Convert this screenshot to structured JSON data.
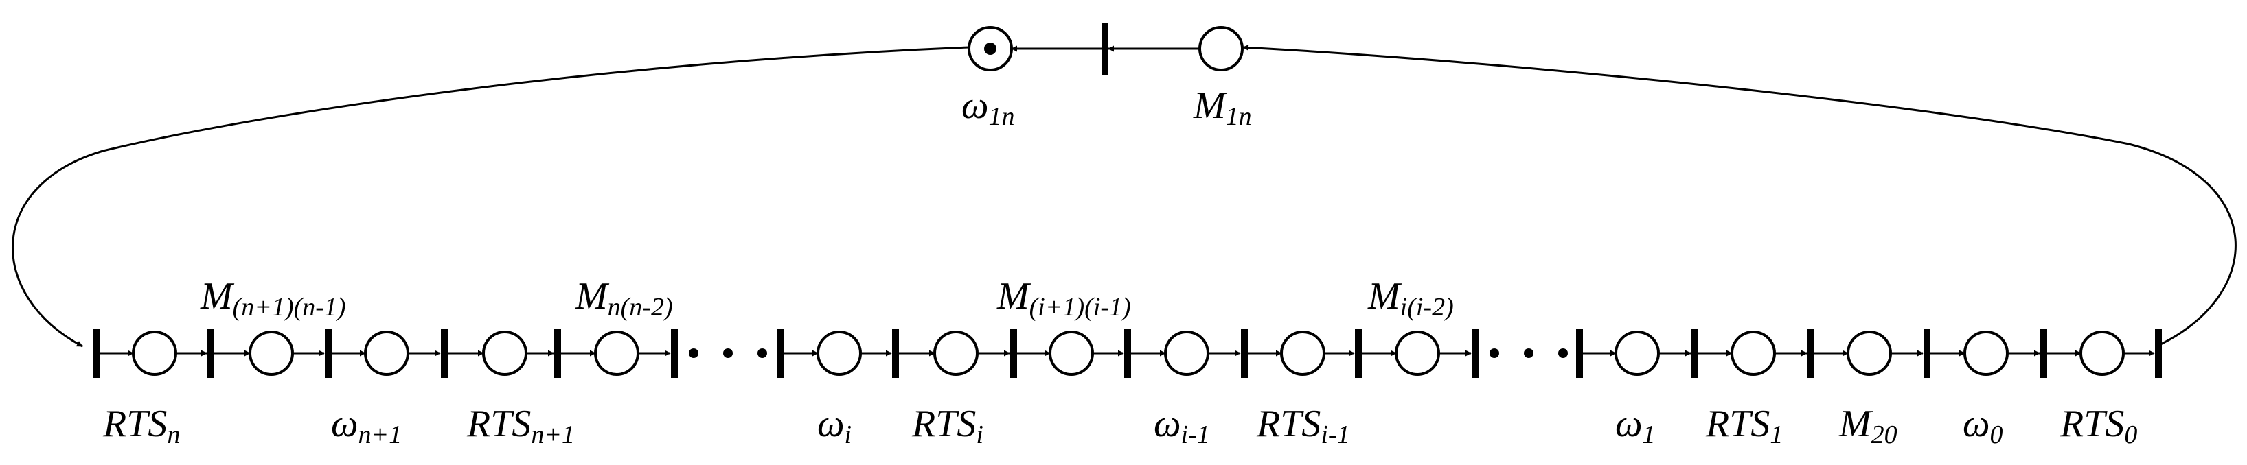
{
  "colors": {
    "stroke": "#000000",
    "background": "#ffffff"
  },
  "top": {
    "omega1n": {
      "base": "ω",
      "sub": "1n"
    },
    "m1n": {
      "base": "M",
      "sub": "1n"
    }
  },
  "bottom_labels": [
    {
      "base": "RTS",
      "sub": "n"
    },
    {
      "base": "ω",
      "sub": "n+1"
    },
    {
      "base": "RTS",
      "sub": "n+1"
    },
    {
      "base": "ω",
      "sub": "i"
    },
    {
      "base": "RTS",
      "sub": "i"
    },
    {
      "base": "ω",
      "sub": "i-1"
    },
    {
      "base": "RTS",
      "sub": "i-1"
    },
    {
      "base": "ω",
      "sub": "1"
    },
    {
      "base": "RTS",
      "sub": "1"
    },
    {
      "base": "M",
      "sub": "20"
    },
    {
      "base": "ω",
      "sub": "0"
    },
    {
      "base": "RTS",
      "sub": "0"
    }
  ],
  "upper_labels": [
    {
      "base": "M",
      "sub": "(n+1)(n-1)"
    },
    {
      "base": "M",
      "sub": "n(n-2)"
    },
    {
      "base": "M",
      "sub": "(i+1)(i-1)"
    },
    {
      "base": "M",
      "sub": "i(i-2)"
    }
  ]
}
